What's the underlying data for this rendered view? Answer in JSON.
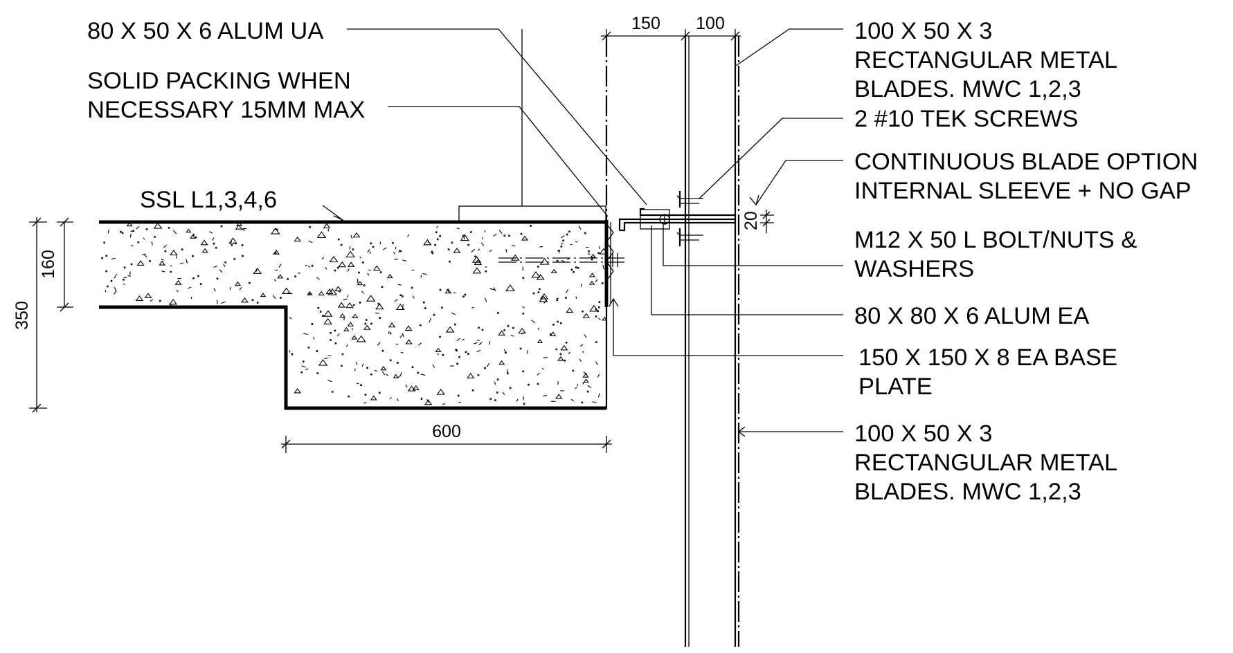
{
  "labels": {
    "alum_ua": "80 X 50 X 6 ALUM UA",
    "packing_1": "SOLID PACKING WHEN",
    "packing_2": "NECESSARY 15MM MAX",
    "ssl": "SSL L1,3,4,6",
    "blades_top_1": "100 X 50 X 3",
    "blades_top_2": "RECTANGULAR METAL",
    "blades_top_3": "BLADES. MWC 1,2,3",
    "tek_screws": "2 #10 TEK SCREWS",
    "continuous_1": "CONTINUOUS  BLADE OPTION",
    "continuous_2": "INTERNAL SLEEVE + NO GAP",
    "bolt_1": "M12 X 50 L BOLT/NUTS &",
    "bolt_2": "WASHERS",
    "alum_ea": "80 X 80 X 6 ALUM EA",
    "base_plate_1": "150 X 150 X 8 EA BASE",
    "base_plate_2": "PLATE",
    "blades_bottom_1": "100 X 50 X 3",
    "blades_bottom_2": "RECTANGULAR METAL",
    "blades_bottom_3": "BLADES. MWC 1,2,3"
  },
  "dimensions": {
    "d150": "150",
    "d100": "100",
    "d20": "20",
    "d160": "160",
    "d350": "350",
    "d600": "600"
  }
}
